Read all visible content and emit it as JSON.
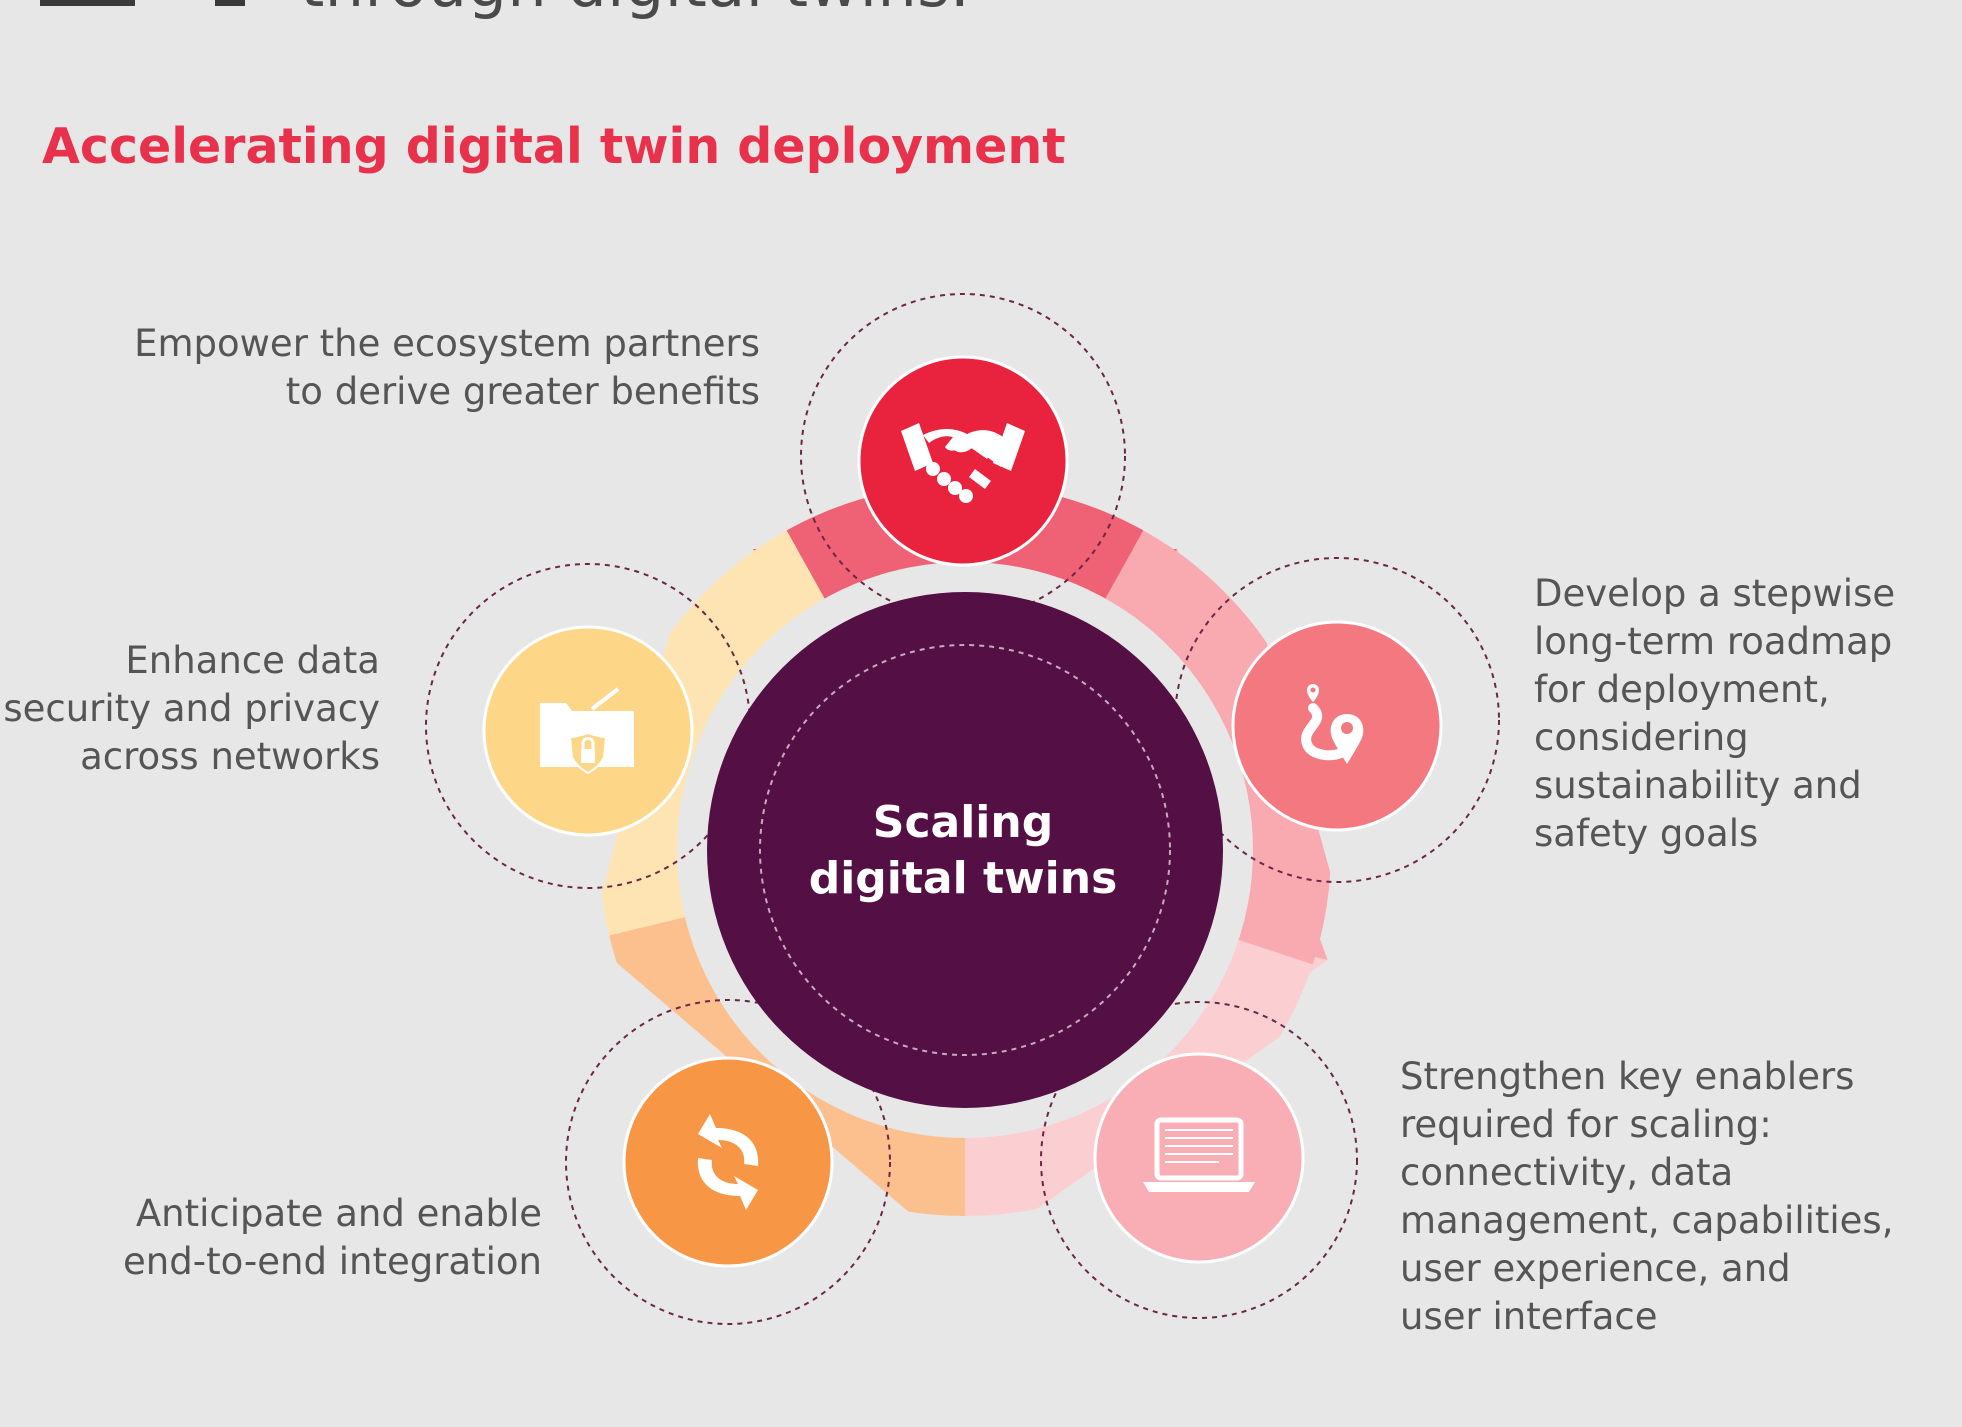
{
  "header": {
    "title_fragment": "through digital twins.",
    "subtitle": "Accelerating digital twin deployment"
  },
  "diagram": {
    "center": {
      "line1": "Scaling",
      "line2": "digital twins",
      "color": "#540f44"
    },
    "items": [
      {
        "id": "ecosystem",
        "icon": "handshake-icon",
        "color": "#e9233e",
        "segment_color": "#ef6174",
        "lines": [
          "Empower the ecosystem partners",
          "to derive greater benefits"
        ]
      },
      {
        "id": "roadmap",
        "icon": "route-pin-icon",
        "color": "#f47880",
        "segment_color": "#f8aab0",
        "lines": [
          "Develop a stepwise",
          "long-term roadmap",
          "for deployment,",
          "considering",
          "sustainability and",
          "safety goals"
        ]
      },
      {
        "id": "enablers",
        "icon": "laptop-icon",
        "color": "#f8aeb4",
        "segment_color": "#fbcfd2",
        "lines": [
          "Strengthen key enablers",
          "required for scaling:",
          "connectivity, data",
          "management, capabilities,",
          "user experience, and",
          "user interface"
        ]
      },
      {
        "id": "integration",
        "icon": "sync-arrows-icon",
        "color": "#f79645",
        "segment_color": "#fbc08e",
        "lines": [
          "Anticipate and enable",
          "end-to-end integration"
        ]
      },
      {
        "id": "security",
        "icon": "secure-folder-icon",
        "color": "#fed688",
        "segment_color": "#fee4b2",
        "lines": [
          "Enhance data",
          "security and privacy",
          "across networks"
        ]
      }
    ]
  }
}
